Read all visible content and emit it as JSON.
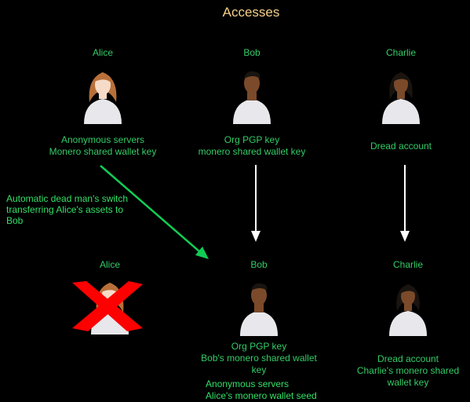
{
  "title": "Accesses",
  "colors": {
    "background": "#000000",
    "title": "#f5d08a",
    "label": "#33cc66",
    "note": "#33e066",
    "arrow_white": "#ffffff",
    "arrow_green": "#11cc55",
    "cross": "#ff0000",
    "shirt": "#e8e8ec",
    "skin_light": "#f6dcc8",
    "skin_dark": "#7a4a2a",
    "hair_brown": "#b8703a",
    "hair_black": "#1a1410"
  },
  "before": {
    "alice": {
      "name": "Alice",
      "icon": "person-female-light-icon",
      "access": [
        "Anonymous servers",
        "Monero shared wallet key"
      ]
    },
    "bob": {
      "name": "Bob",
      "icon": "person-male-dark-icon",
      "access": [
        "Org PGP key",
        "monero shared wallet key"
      ]
    },
    "charlie": {
      "name": "Charlie",
      "icon": "person-female-dark-icon",
      "access": [
        "Dread account"
      ]
    }
  },
  "note": {
    "lines": [
      "Automatic dead man's switch",
      "transferring Alice's assets to",
      "Bob"
    ]
  },
  "after": {
    "alice": {
      "name": "Alice",
      "icon": "person-female-light-icon",
      "status_icon": "red-cross-icon"
    },
    "bob": {
      "name": "Bob",
      "icon": "person-male-dark-icon",
      "access": [
        "Org PGP key",
        "Bob's monero shared wallet",
        "key"
      ],
      "inherited": [
        "Anonymous servers",
        "Alice's monero wallet seed"
      ]
    },
    "charlie": {
      "name": "Charlie",
      "icon": "person-female-dark-icon",
      "access": [
        "Dread account",
        "Charlie's monero shared",
        "wallet key"
      ]
    }
  }
}
